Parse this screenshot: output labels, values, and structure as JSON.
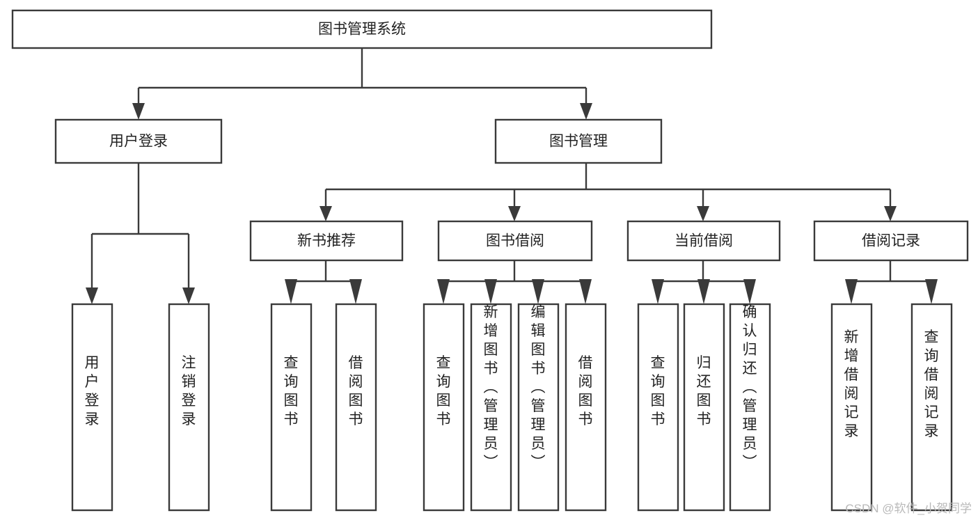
{
  "diagram": {
    "title_box": {
      "label": "图书管理系统"
    },
    "level2": [
      {
        "id": "user-login",
        "label": "用户登录"
      },
      {
        "id": "book-management",
        "label": "图书管理"
      }
    ],
    "level3": [
      {
        "id": "new-book-recommend",
        "label": "新书推荐"
      },
      {
        "id": "book-borrow",
        "label": "图书借阅"
      },
      {
        "id": "current-borrow",
        "label": "当前借阅"
      },
      {
        "id": "borrow-record",
        "label": "借阅记录"
      }
    ],
    "leaves": {
      "user_login": [
        {
          "id": "leaf-user-login",
          "label": "用户登录"
        },
        {
          "id": "leaf-logout",
          "label": "注销登录"
        }
      ],
      "new_book_recommend": [
        {
          "id": "leaf-query-book-1",
          "label": "查询图书"
        },
        {
          "id": "leaf-borrow-book-1",
          "label": "借阅图书"
        }
      ],
      "book_borrow": [
        {
          "id": "leaf-query-book-2",
          "label": "查询图书"
        },
        {
          "id": "leaf-add-book",
          "label": "新增图书（管理员）"
        },
        {
          "id": "leaf-edit-book",
          "label": "编辑图书（管理员）"
        },
        {
          "id": "leaf-borrow-book-2",
          "label": "借阅图书"
        }
      ],
      "current_borrow": [
        {
          "id": "leaf-query-book-3",
          "label": "查询图书"
        },
        {
          "id": "leaf-return-book",
          "label": "归还图书"
        },
        {
          "id": "leaf-confirm-return",
          "label": "确认归还（管理员）"
        }
      ],
      "borrow_record": [
        {
          "id": "leaf-add-record",
          "label": "新增借阅记录"
        },
        {
          "id": "leaf-query-record",
          "label": "查询借阅记录"
        }
      ]
    },
    "watermark": "CSDN @软件_小贺同学",
    "colors": {
      "stroke": "#3a3a3a",
      "box_fill": "#ffffff",
      "text": "#222222",
      "watermark": "#b9b9b9",
      "background": "#ffffff"
    }
  }
}
